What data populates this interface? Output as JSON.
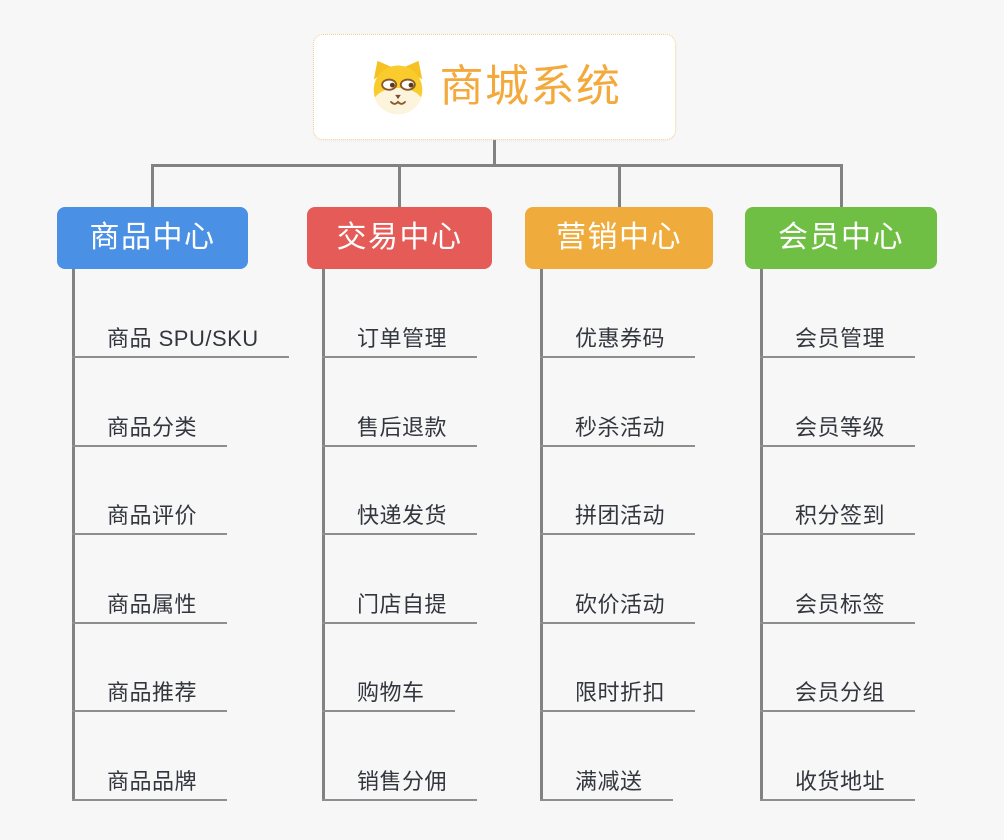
{
  "root": {
    "title": "商城系统",
    "icon": "dog-face-icon",
    "title_color": "#F3A93C",
    "border_color": "#F0CD8B"
  },
  "branches": [
    {
      "label": "商品中心",
      "color": "#4A90E4",
      "items": [
        "商品 SPU/SKU",
        "商品分类",
        "商品评价",
        "商品属性",
        "商品推荐",
        "商品品牌"
      ]
    },
    {
      "label": "交易中心",
      "color": "#E45B57",
      "items": [
        "订单管理",
        "售后退款",
        "快递发货",
        "门店自提",
        "购物车",
        "销售分佣"
      ]
    },
    {
      "label": "营销中心",
      "color": "#EFAC3D",
      "items": [
        "优惠券码",
        "秒杀活动",
        "拼团活动",
        "砍价活动",
        "限时折扣",
        "满减送"
      ]
    },
    {
      "label": "会员中心",
      "color": "#70BF45",
      "items": [
        "会员管理",
        "会员等级",
        "积分签到",
        "会员标签",
        "会员分组",
        "收货地址"
      ]
    }
  ],
  "connector_color": "#828282",
  "leaf_underline_color": "#8E8E8E"
}
